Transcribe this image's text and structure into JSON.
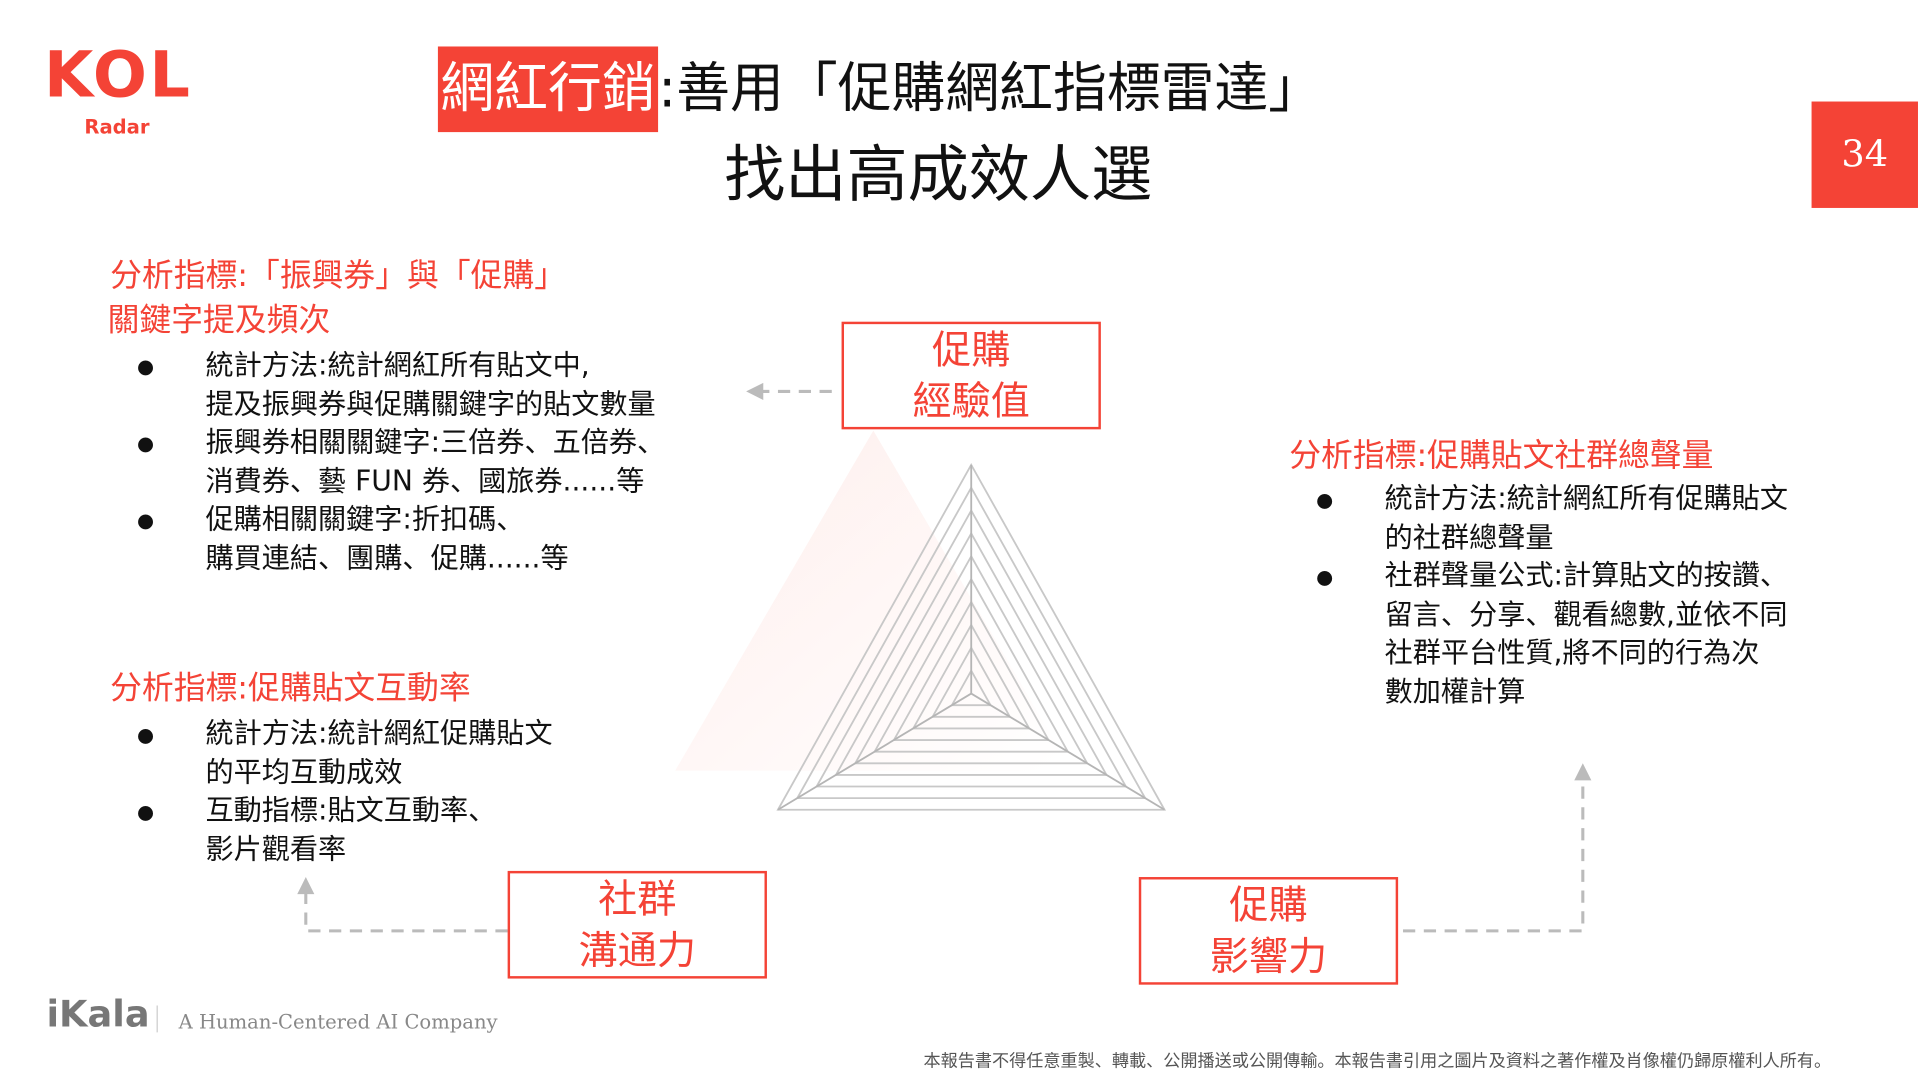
{
  "logo": {
    "brand": "KOL",
    "sub": "Radar"
  },
  "title": {
    "highlight": "網紅行銷",
    "line1_rest": ":善用「促購網紅指標雷達」",
    "line2": "找出高成效人選"
  },
  "page_number": "34",
  "sections": [
    {
      "heading_l1": "分析指標:「振興券」與「促購」",
      "heading_l2": "關鍵字提及頻次",
      "bullets": [
        "統計方法:統計網紅所有貼文中,\n提及振興券與促購關鍵字的貼文數量",
        "振興券相關關鍵字:三倍券、五倍券、\n消費券、藝 FUN 券、國旅券......等",
        "促購相關關鍵字:折扣碼、\n購買連結、團購、促購......等"
      ]
    },
    {
      "heading_l1": "分析指標:促購貼文互動率",
      "bullets": [
        "統計方法:統計網紅促購貼文\n的平均互動成效",
        "互動指標:貼文互動率、\n影片觀看率"
      ]
    },
    {
      "heading_l1": "分析指標:促購貼文社群總聲量",
      "bullets": [
        "統計方法:統計網紅所有促購貼文\n的社群總聲量",
        "社群聲量公式:計算貼文的按讚、\n留言、分享、觀看總數,並依不同\n社群平台性質,將不同的行為次\n數加權計算"
      ]
    }
  ],
  "radar_axes": [
    {
      "l1": "促購",
      "l2": "經驗值"
    },
    {
      "l1": "社群",
      "l2": "溝通力"
    },
    {
      "l1": "促購",
      "l2": "影響力"
    }
  ],
  "footer": {
    "company": "iKala",
    "tagline": "A Human-Centered AI Company",
    "copyright": "本報告書不得任意重製、轉載、公開播送或公開傳輸。本報告書引用之圖片及資料之著作權及肖像權仍歸原權利人所有。"
  },
  "colors": {
    "accent": "#f44336"
  }
}
